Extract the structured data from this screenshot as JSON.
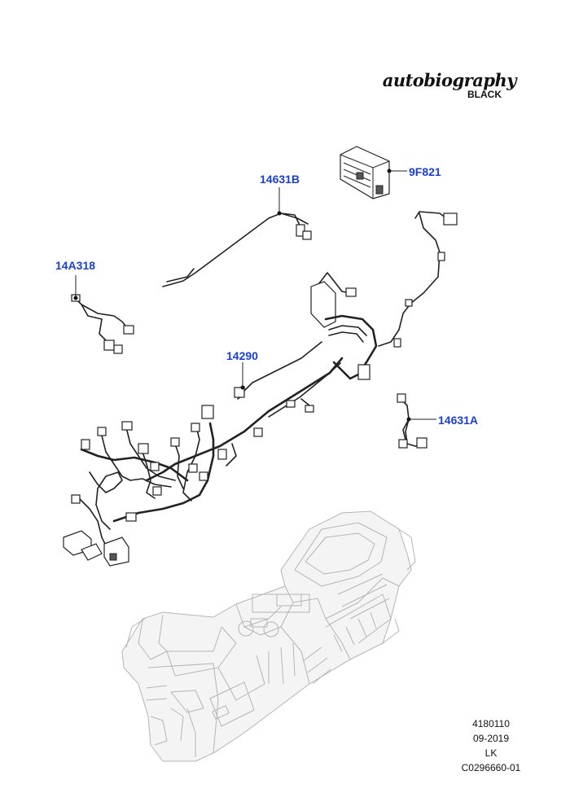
{
  "brand": {
    "script": "autobiography",
    "sub": "BLACK"
  },
  "callouts": [
    {
      "id": "9F821",
      "label": "9F821"
    },
    {
      "id": "14631B",
      "label": "14631B"
    },
    {
      "id": "14A318",
      "label": "14A318"
    },
    {
      "id": "14290",
      "label": "14290"
    },
    {
      "id": "14631A",
      "label": "14631A"
    }
  ],
  "reference": {
    "number": "4180110",
    "date": "09-2019",
    "code": "LK",
    "illustration": "C0296660-01"
  }
}
